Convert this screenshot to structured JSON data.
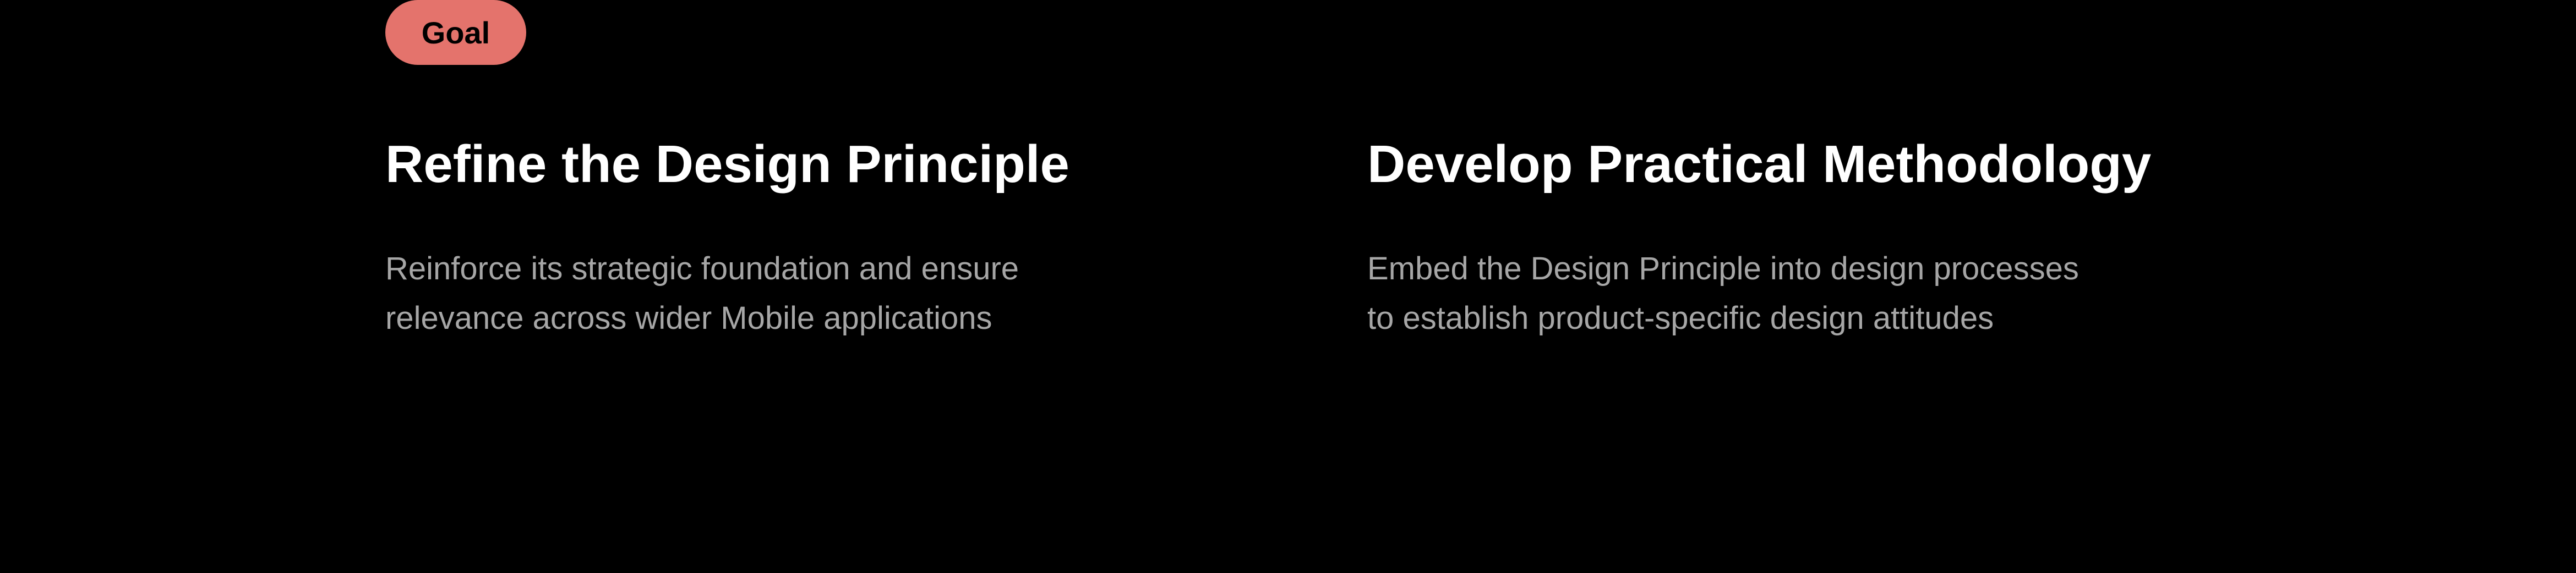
{
  "badge": {
    "label": "Goal"
  },
  "goals": [
    {
      "title": "Refine the Design Principle",
      "description_lines": [
        "Reinforce its strategic foundation and ensure",
        "relevance across wider Mobile applications"
      ]
    },
    {
      "title": "Develop Practical Methodology",
      "description_lines": [
        "Embed the Design Principle into design processes",
        "to establish product-specific design attitudes"
      ]
    }
  ],
  "colors": {
    "background": "#000000",
    "badge": "#E4736C",
    "title": "#FFFFFF",
    "description": "#A6A6A6"
  }
}
